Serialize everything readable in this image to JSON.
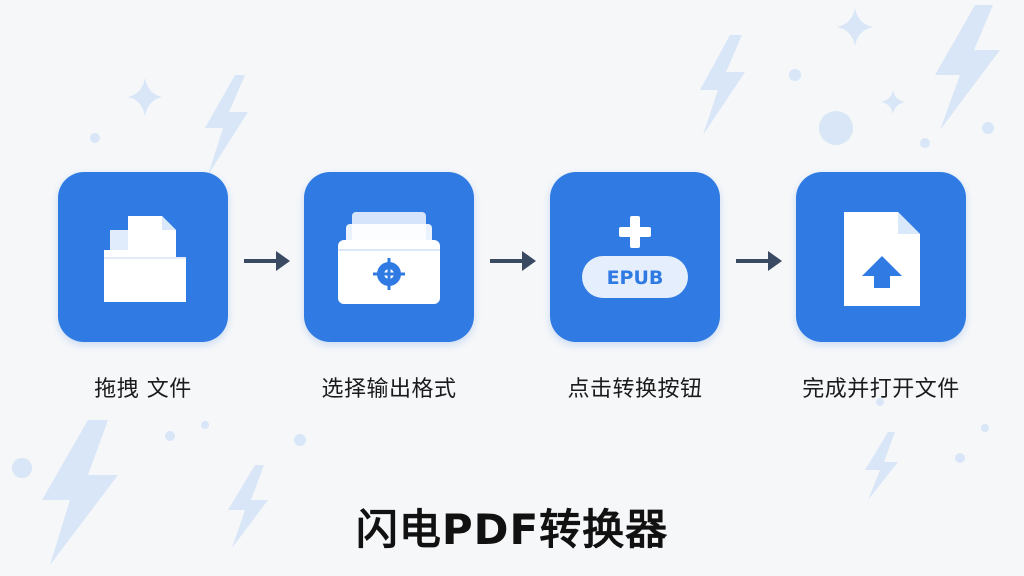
{
  "title": "闪电PDF转换器",
  "steps": [
    {
      "label": "拖拽 文件",
      "icon": "folder-icon"
    },
    {
      "label": "选择输出格式",
      "icon": "file-box-icon"
    },
    {
      "label": "点击转换按钮",
      "icon": "convert-button-icon",
      "badge": "EPUB"
    },
    {
      "label": "完成并打开文件",
      "icon": "file-open-icon"
    }
  ],
  "colors": {
    "accent": "#2f7be3",
    "arrow": "#3a4a63",
    "background": "#f6f7f9",
    "decoration": "#d8e6f8"
  }
}
